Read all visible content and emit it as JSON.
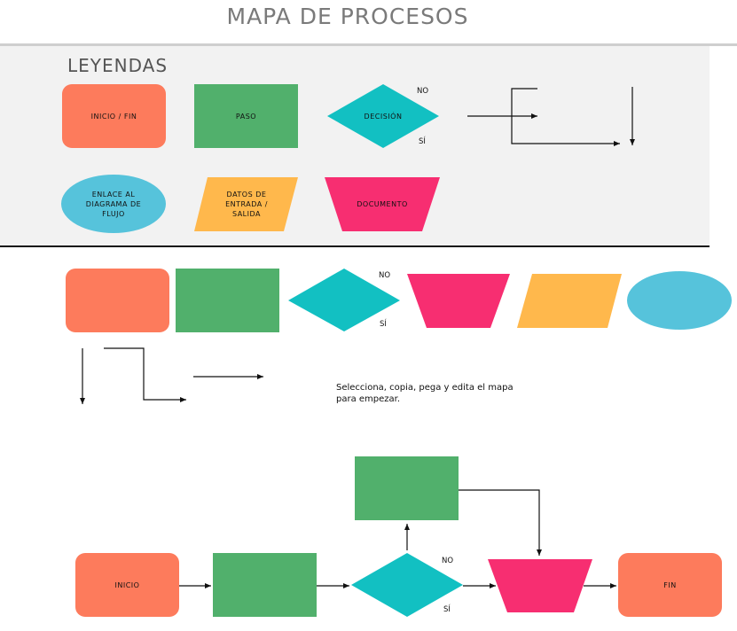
{
  "title": "MAPA DE PROCESOS",
  "legend": {
    "title": "LEYENDAS",
    "items": {
      "start_end": "INICIO / FIN",
      "step": "PASO",
      "decision": "DECISIÓN",
      "link": "ENLACE AL DIAGRAMA DE FLUJO",
      "io": "DATOS DE ENTRADA / SALIDA",
      "document": "DOCUMENTO"
    },
    "decision_no": "NO",
    "decision_yes": "SÍ"
  },
  "palette": {
    "decision_no": "NO",
    "decision_yes": "SÍ"
  },
  "instructions": "Selecciona, copia, pega y edita el mapa para empezar.",
  "example": {
    "start": "INICIO",
    "end": "FIN",
    "decision_no": "NO",
    "decision_yes": "SÍ"
  },
  "colors": {
    "orange": "#fd7b5c",
    "green": "#51b06c",
    "teal": "#12c0c2",
    "pink": "#f72e71",
    "yellow": "#ffb84c",
    "light_blue": "#56c3db",
    "panel": "#f2f2f2"
  }
}
